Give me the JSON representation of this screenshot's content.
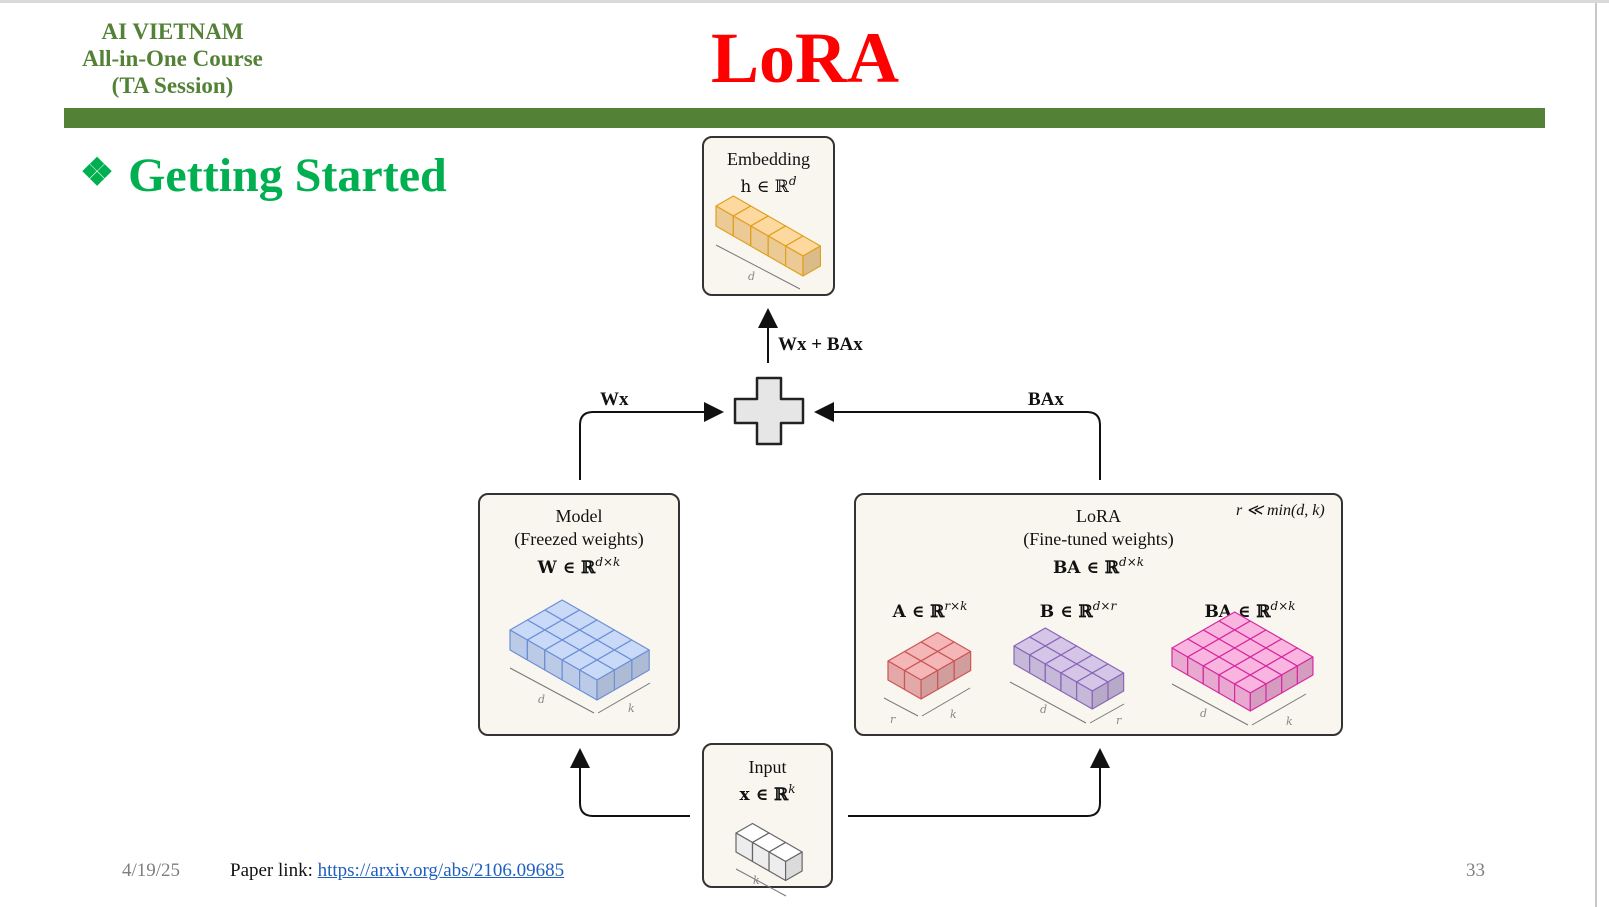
{
  "header": {
    "org_line1": "AI VIETNAM",
    "org_line2": "All-in-One Course",
    "org_line3": "(TA Session)",
    "title": "LoRA"
  },
  "section": {
    "bullet_icon": "diamond-bullet-icon",
    "title": "Getting Started"
  },
  "diagram": {
    "embedding": {
      "title": "Embedding",
      "math": "h ∈ ℝ",
      "sup": "d",
      "dim_label": "d"
    },
    "output_label": "Wx + BAx",
    "left_edge_label": "Wx",
    "right_edge_label": "BAx",
    "plus_icon": "plus-icon",
    "model": {
      "title": "Model",
      "subtitle": "(Freezed weights)",
      "math": "W ∈ ℝ",
      "sup": "d×k",
      "dim_d": "d",
      "dim_k": "k"
    },
    "lora": {
      "title": "LoRA",
      "subtitle": "(Fine-tuned weights)",
      "math": "BA ∈ ℝ",
      "sup": "d×k",
      "constraint": "r ≪ min(d, k)",
      "a": {
        "math": "A ∈ ℝ",
        "sup": "r×k",
        "dim_r": "r",
        "dim_k": "k"
      },
      "b": {
        "math": "B ∈ ℝ",
        "sup": "d×r",
        "dim_d": "d",
        "dim_r": "r"
      },
      "ba": {
        "math": "BA ∈ ℝ",
        "sup": "d×k",
        "dim_d": "d",
        "dim_k": "k"
      }
    },
    "input": {
      "title": "Input",
      "math": "x ∈ ℝ",
      "sup": "k",
      "dim_label": "k"
    }
  },
  "colors": {
    "org_green": "#538135",
    "title_red": "#ff0000",
    "section_green": "#00b050",
    "embedding_cube": "#fdd9a0",
    "model_cube": "#c9daf8",
    "a_cube": "#f4b6b6",
    "b_cube": "#d5c6e8",
    "ba_cube": "#f9b5df",
    "input_cube": "#ffffff"
  },
  "footer": {
    "date": "4/19/25",
    "paper_prefix": "Paper link: ",
    "paper_link": "https://arxiv.org/abs/2106.09685",
    "page": "33"
  }
}
